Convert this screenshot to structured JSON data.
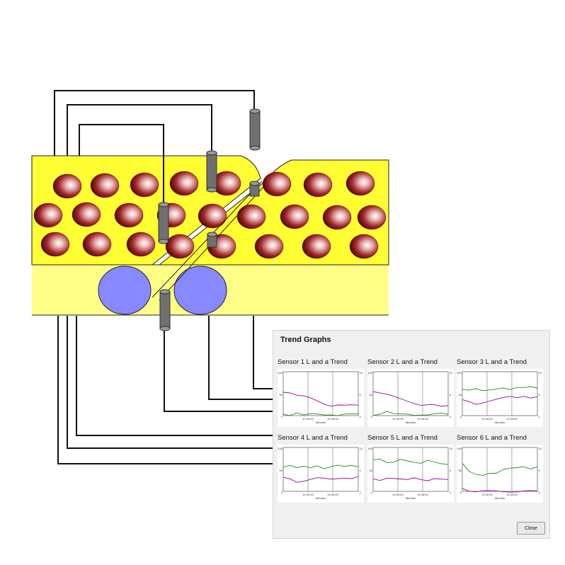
{
  "dialog": {
    "title": "Trend Graphs",
    "close_label": "Close"
  },
  "colors": {
    "band_top": "#ffff33",
    "band_bottom": "#ffff88",
    "roller": "#8888ff",
    "sensor": "#777777",
    "series_green": "#228b22",
    "series_purple": "#990099"
  },
  "sensors": [
    {
      "title": "Sensor 1 L and a Trend",
      "x_ticks": [
        "10:30:00",
        "10:45:00"
      ],
      "x_label": "Minutes",
      "y_left": [
        "100",
        "50",
        "0"
      ],
      "y_right": [
        "10",
        "5",
        "0"
      ]
    },
    {
      "title": "Sensor 2 L and a Trend",
      "x_ticks": [
        "10:30:00",
        "10:45:00"
      ],
      "x_label": "Minutes",
      "y_left": [
        "100",
        "50",
        "0"
      ],
      "y_right": [
        "10",
        "5",
        "0"
      ]
    },
    {
      "title": "Sensor 3 L and a Trend",
      "x_ticks": [
        "10:30:00",
        "10:45:00"
      ],
      "x_label": "Minutes",
      "y_left": [
        "100",
        "50",
        "0"
      ],
      "y_right": [
        "10",
        "5",
        "0"
      ]
    },
    {
      "title": "Sensor 4 L and a Trend",
      "x_ticks": [
        "10:30:00",
        "10:45:00"
      ],
      "x_label": "Minutes",
      "y_left": [
        "100",
        "50",
        "0"
      ],
      "y_right": [
        "10",
        "5",
        "0"
      ]
    },
    {
      "title": "Sensor 5 L and a Trend",
      "x_ticks": [
        "10:30:00",
        "10:45:00"
      ],
      "x_label": "Minutes",
      "y_left": [
        "100",
        "50",
        "0"
      ],
      "y_right": [
        "10",
        "5",
        "0"
      ]
    },
    {
      "title": "Sensor 6 L and a Trend",
      "x_ticks": [
        "10:30:00",
        "10:45:00"
      ],
      "x_label": "Minutes",
      "y_left": [
        "100",
        "50",
        "0"
      ],
      "y_right": [
        "10",
        "5",
        "0"
      ]
    }
  ],
  "chart_data": [
    {
      "type": "line",
      "title": "Sensor 1 L and a Trend",
      "xlabel": "Minutes",
      "ylim": [
        0,
        100
      ],
      "series": [
        {
          "values": [
            3,
            2,
            8,
            2,
            3,
            2,
            1,
            3,
            2,
            4,
            3,
            2
          ]
        },
        {
          "values": [
            55,
            52,
            45,
            43,
            40,
            35,
            28,
            22,
            23,
            22,
            24,
            25
          ]
        }
      ]
    },
    {
      "type": "line",
      "title": "Sensor 2 L and a Trend",
      "xlabel": "Minutes",
      "ylim": [
        0,
        100
      ],
      "series": [
        {
          "values": [
            2,
            5,
            10,
            3,
            2,
            3,
            2,
            3,
            2,
            3,
            4,
            2
          ]
        },
        {
          "values": [
            55,
            50,
            47,
            44,
            40,
            35,
            28,
            22,
            23,
            24,
            22,
            25
          ]
        }
      ]
    },
    {
      "type": "line",
      "title": "Sensor 3 L and a Trend",
      "xlabel": "Minutes",
      "ylim": [
        0,
        100
      ],
      "series": [
        {
          "values": [
            62,
            58,
            60,
            55,
            58,
            62,
            65,
            60,
            63,
            62,
            65,
            64
          ]
        },
        {
          "values": [
            35,
            30,
            25,
            30,
            35,
            38,
            40,
            42,
            40,
            45,
            42,
            44
          ]
        }
      ]
    },
    {
      "type": "line",
      "title": "Sensor 4 L and a Trend",
      "xlabel": "Minutes",
      "ylim": [
        0,
        100
      ],
      "series": [
        {
          "values": [
            55,
            58,
            52,
            57,
            55,
            60,
            52,
            55,
            58,
            56,
            60,
            58
          ]
        },
        {
          "values": [
            30,
            28,
            22,
            25,
            28,
            30,
            28,
            27,
            30,
            32,
            30,
            33
          ]
        }
      ]
    },
    {
      "type": "line",
      "title": "Sensor 5 L and a Trend",
      "xlabel": "Minutes",
      "ylim": [
        0,
        100
      ],
      "series": [
        {
          "values": [
            70,
            72,
            65,
            68,
            75,
            70,
            65,
            62,
            70,
            68,
            65,
            62
          ]
        },
        {
          "values": [
            28,
            26,
            32,
            30,
            27,
            25,
            30,
            28,
            26,
            30,
            27,
            25
          ]
        }
      ]
    },
    {
      "type": "line",
      "title": "Sensor 6 L and a Trend",
      "xlabel": "Minutes",
      "ylim": [
        0,
        100
      ],
      "series": [
        {
          "values": [
            62,
            45,
            40,
            38,
            42,
            40,
            48,
            52,
            55,
            58,
            52,
            55
          ]
        },
        {
          "values": [
            8,
            2,
            0,
            0,
            0,
            0,
            0,
            0,
            0,
            0,
            0,
            0
          ]
        }
      ]
    }
  ]
}
